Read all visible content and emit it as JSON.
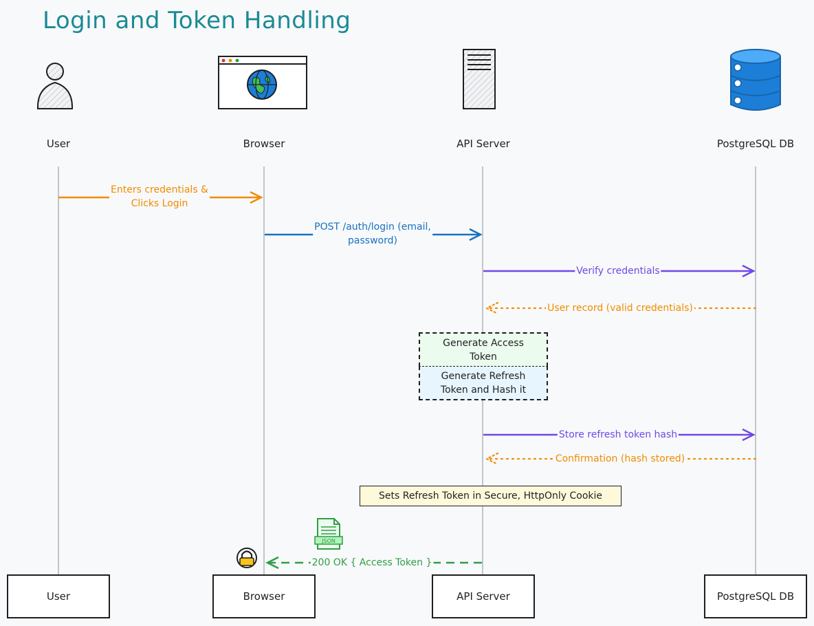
{
  "title": "Login and Token Handling",
  "actors": {
    "user": "User",
    "browser": "Browser",
    "api": "API Server",
    "db": "PostgreSQL DB"
  },
  "messages": {
    "m1": "Enters credentials &",
    "m1b": "Clicks Login",
    "m2": "POST /auth/login (email,",
    "m2b": "password)",
    "m3": "Verify credentials",
    "m4": "User record (valid credentials)",
    "m5": "Store refresh token hash",
    "m6": "Confirmation (hash stored)",
    "m7": "200 OK { Access Token }"
  },
  "notes": {
    "access_l1": "Generate Access",
    "access_l2": "Token",
    "refresh_l1": "Generate Refresh",
    "refresh_l2": "Token and Hash it",
    "cookie": "Sets Refresh Token in Secure, HttpOnly Cookie"
  },
  "icons": {
    "json_label": "JSON"
  },
  "colors": {
    "orange": "#f08c00",
    "blue": "#1971c2",
    "purple": "#7048e8",
    "green": "#2f9e44",
    "title": "#1a8a96"
  }
}
